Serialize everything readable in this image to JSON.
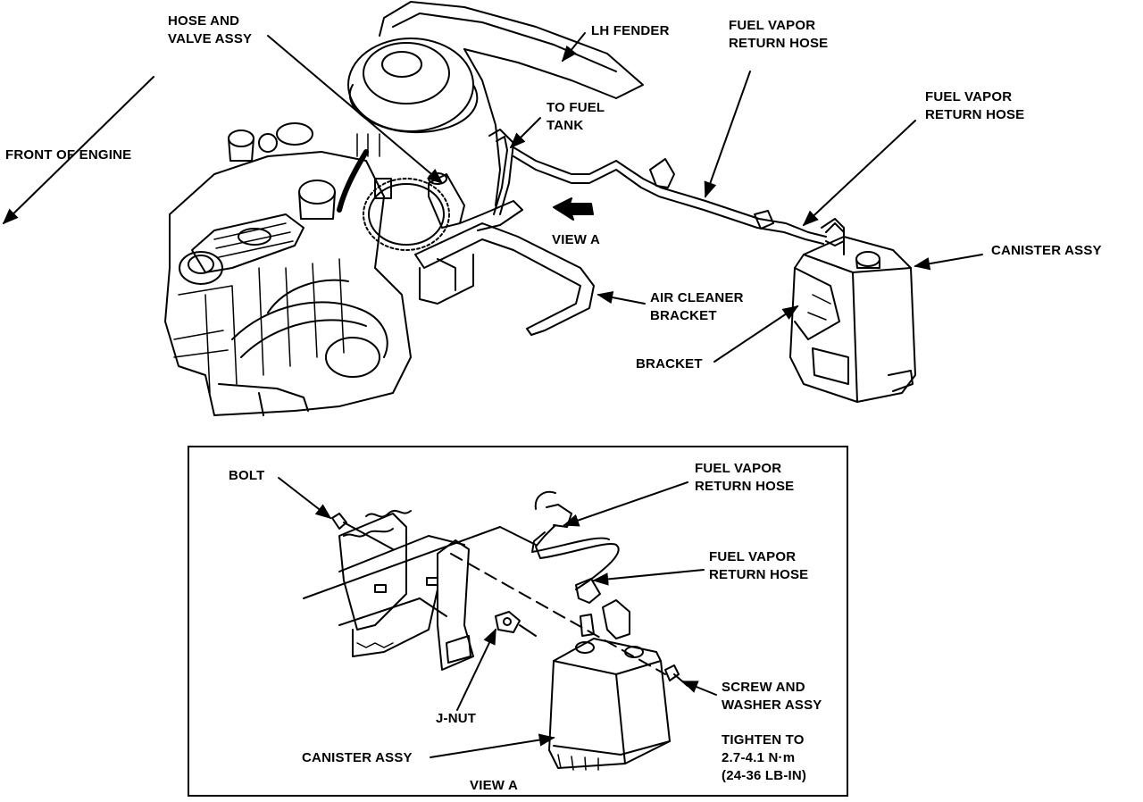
{
  "labels": {
    "hose_and_valve_assy": [
      "HOSE AND",
      "VALVE ASSY"
    ],
    "lh_fender": "LH FENDER",
    "fuel_vapor_return_hose_1": [
      "FUEL VAPOR",
      "RETURN HOSE"
    ],
    "fuel_vapor_return_hose_2": [
      "FUEL VAPOR",
      "RETURN HOSE"
    ],
    "to_fuel_tank": [
      "TO FUEL",
      "TANK"
    ],
    "front_of_engine": "FRONT OF ENGINE",
    "view_a": "VIEW A",
    "canister_assy": "CANISTER ASSY",
    "air_cleaner_bracket": [
      "AIR CLEANER",
      "BRACKET"
    ],
    "bracket": "BRACKET"
  },
  "inset": {
    "bolt": "BOLT",
    "fuel_vapor_return_hose_1": [
      "FUEL VAPOR",
      "RETURN HOSE"
    ],
    "fuel_vapor_return_hose_2": [
      "FUEL VAPOR",
      "RETURN HOSE"
    ],
    "screw_and_washer_assy": [
      "SCREW AND",
      "WASHER ASSY"
    ],
    "j_nut": "J-NUT",
    "tighten_to": [
      "TIGHTEN TO",
      "2.7-4.1 N·m",
      "(24-36 LB-IN)"
    ],
    "canister_assy": "CANISTER ASSY",
    "view_a": "VIEW A"
  },
  "colors": {
    "ink": "#000000",
    "paper": "#ffffff"
  }
}
